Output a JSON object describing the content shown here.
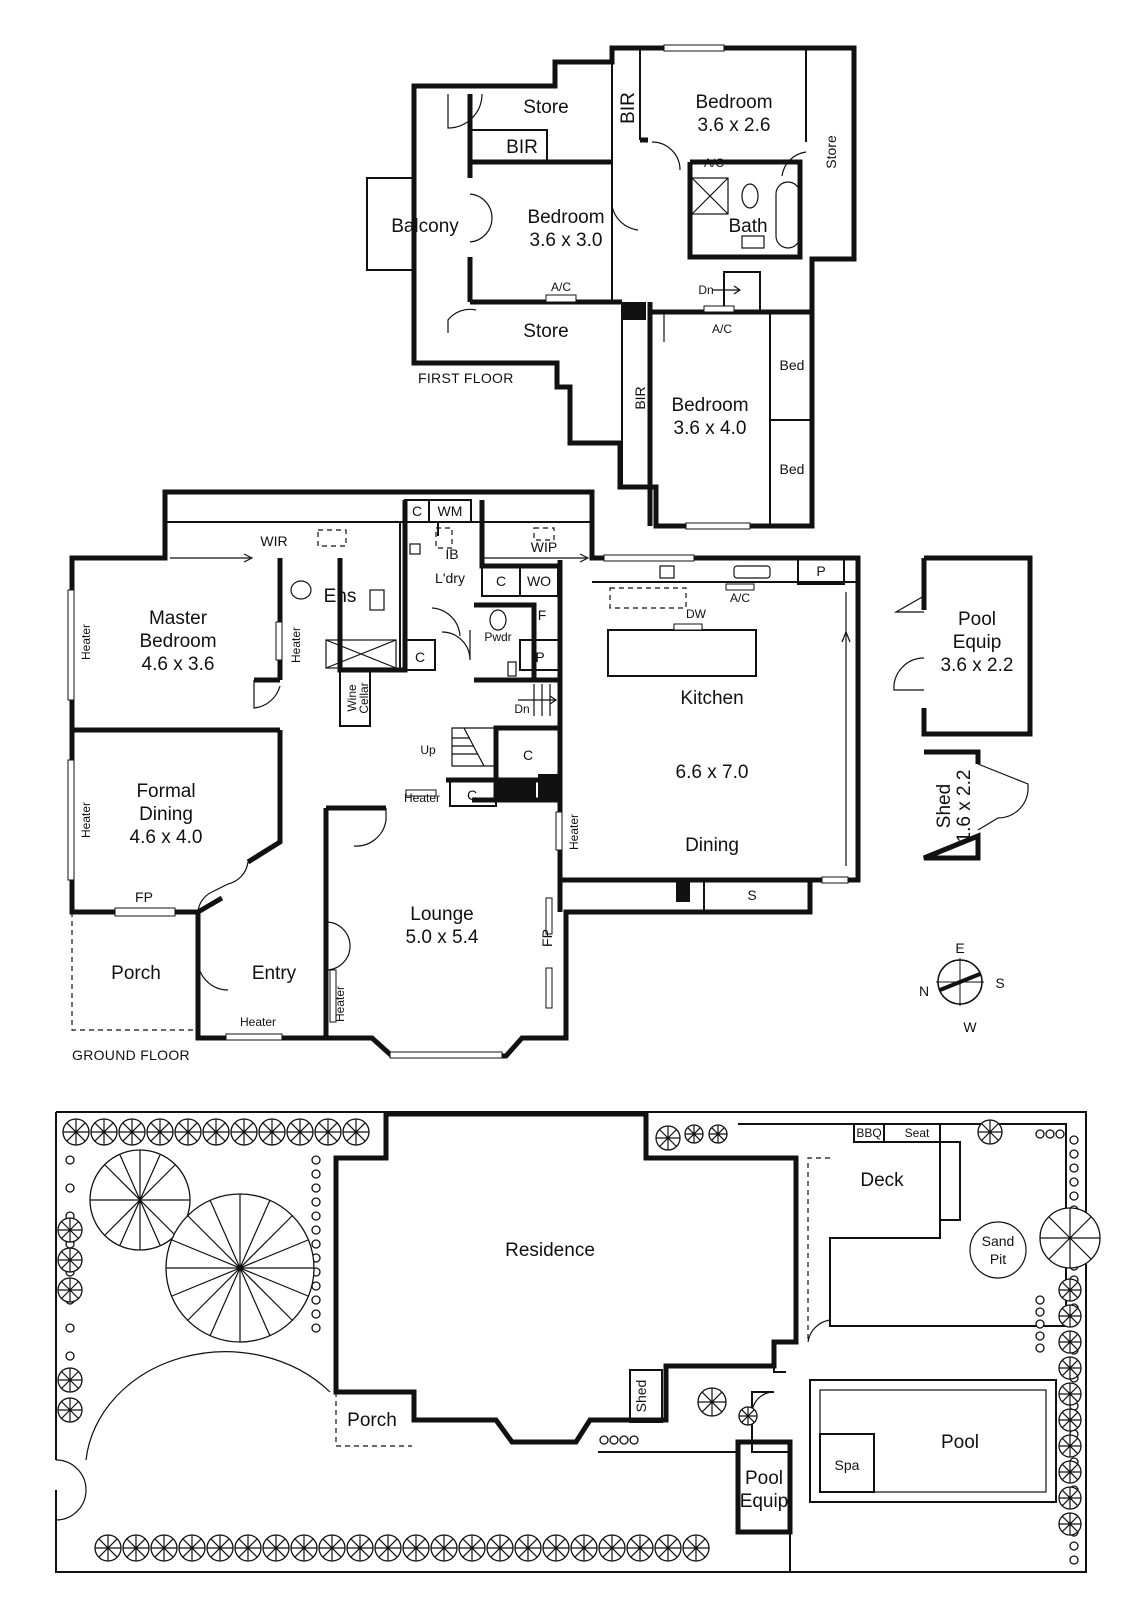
{
  "floors": {
    "first": "FIRST FLOOR",
    "ground": "GROUND FLOOR"
  },
  "first_floor": {
    "store_top": "Store",
    "bir_top": "BIR",
    "bir_vertical": "BIR",
    "bedroom_ne": "Bedroom",
    "bedroom_ne_size": "3.6 x 2.6",
    "store_right": "Store",
    "ac_bath": "A/C",
    "balcony": "Balcony",
    "bedroom_mid": "Bedroom",
    "bedroom_mid_size": "3.6 x 3.0",
    "bath": "Bath",
    "ac_mid": "A/C",
    "dn": "Dn",
    "ac_stair": "A/C",
    "store_bottom": "Store",
    "bed_1": "Bed",
    "bed_2": "Bed",
    "bir_low": "BIR",
    "bedroom_s": "Bedroom",
    "bedroom_s_size": "3.6 x 4.0"
  },
  "ground_floor": {
    "c1": "C",
    "wm": "WM",
    "wir": "WIR",
    "ib": "IB",
    "ldry": "L'dry",
    "wip": "WIP",
    "c2": "C",
    "wo": "WO",
    "p1": "P",
    "ac": "A/C",
    "ens": "Ens",
    "heater_master": "Heater",
    "heater_ens": "Heater",
    "master": "Master",
    "master2": "Bedroom",
    "master_size": "4.6 x 3.6",
    "f": "F",
    "dw": "DW",
    "pwdr": "Pwdr",
    "c3": "C",
    "p2": "P",
    "wine": "Wine",
    "cellar": "Cellar",
    "dn": "Dn",
    "kitchen": "Kitchen",
    "up": "Up",
    "c4": "C",
    "kitchen_size": "6.6 x 7.0",
    "heater_hall": "Heater",
    "c5": "C",
    "formal": "Formal",
    "dining_formal": "Dining",
    "formal_size": "4.6 x 4.0",
    "heater_formal": "Heater",
    "heater_dining": "Heater",
    "dining": "Dining",
    "fp1": "FP",
    "s": "S",
    "lounge": "Lounge",
    "lounge_size": "5.0 x 5.4",
    "fp2": "FP",
    "porch": "Porch",
    "entry": "Entry",
    "heater_lounge": "Heater",
    "heater_entry": "Heater"
  },
  "outbuildings": {
    "pool_equip_1": "Pool",
    "pool_equip_2": "Equip",
    "pool_equip_size": "3.6 x 2.2",
    "shed": "Shed",
    "shed_size": "1.6 x 2.2"
  },
  "compass": {
    "e": "E",
    "s": "S",
    "w": "W",
    "n": "N"
  },
  "site": {
    "residence": "Residence",
    "porch": "Porch",
    "shed": "Shed",
    "bbq": "BBQ",
    "seat": "Seat",
    "deck": "Deck",
    "sand1": "Sand",
    "sand2": "Pit",
    "pool_equip_1": "Pool",
    "pool_equip_2": "Equip",
    "spa": "Spa",
    "pool": "Pool"
  }
}
